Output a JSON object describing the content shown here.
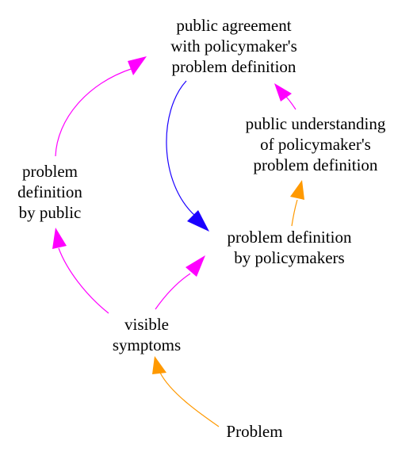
{
  "nodes": {
    "public_agreement": [
      "public agreement",
      "with policymaker's",
      "problem definition"
    ],
    "public_understanding": [
      "public understanding",
      "of policymaker's",
      "problem definition"
    ],
    "problem_def_public": [
      "problem",
      "definition",
      "by public"
    ],
    "problem_def_policymakers": [
      "problem definition",
      "by policymakers"
    ],
    "visible_symptoms": [
      "visible",
      "symptoms"
    ],
    "problem": [
      "Problem"
    ]
  },
  "colors": {
    "magenta": "#ff00ff",
    "blue": "#1a00ff",
    "orange": "#ff9900",
    "text": "#000000",
    "background": "#ffffff"
  }
}
